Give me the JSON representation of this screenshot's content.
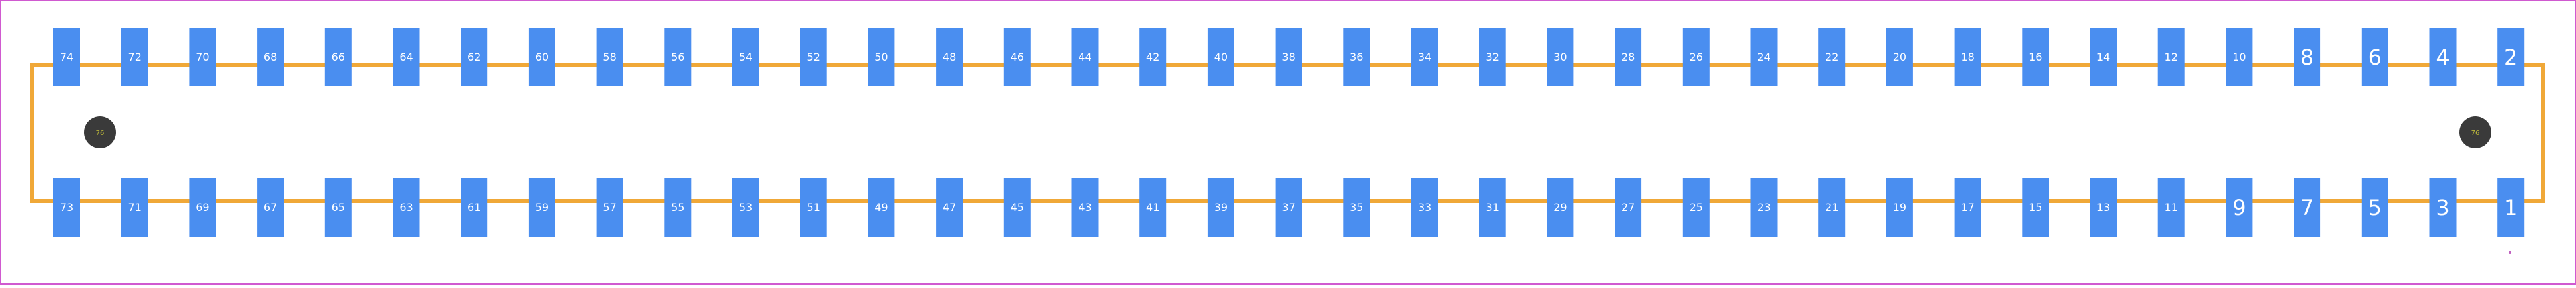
{
  "colors": {
    "background": "#ffffff",
    "border": "#d05ad0",
    "outline": "#f0a838",
    "pad": "#4a8ef0",
    "hole": "#3a3a3a",
    "pad_label": "#ffffff",
    "hole_label": "#b8b43a",
    "marker": "#c060c0"
  },
  "top_row": [
    "74",
    "72",
    "70",
    "68",
    "66",
    "64",
    "62",
    "60",
    "58",
    "56",
    "54",
    "52",
    "50",
    "48",
    "46",
    "44",
    "42",
    "40",
    "38",
    "36",
    "34",
    "32",
    "30",
    "28",
    "26",
    "24",
    "22",
    "20",
    "18",
    "16",
    "14",
    "12",
    "10",
    "8",
    "6",
    "4",
    "2"
  ],
  "bottom_row": [
    "73",
    "71",
    "69",
    "67",
    "65",
    "63",
    "61",
    "59",
    "57",
    "55",
    "53",
    "51",
    "49",
    "47",
    "45",
    "43",
    "41",
    "39",
    "37",
    "35",
    "33",
    "31",
    "29",
    "27",
    "25",
    "23",
    "21",
    "19",
    "17",
    "15",
    "13",
    "11",
    "9",
    "7",
    "5",
    "3",
    "1"
  ],
  "mounting_holes": [
    {
      "label": "76",
      "side": "left"
    },
    {
      "label": "76",
      "side": "right"
    }
  ],
  "marker": "•"
}
